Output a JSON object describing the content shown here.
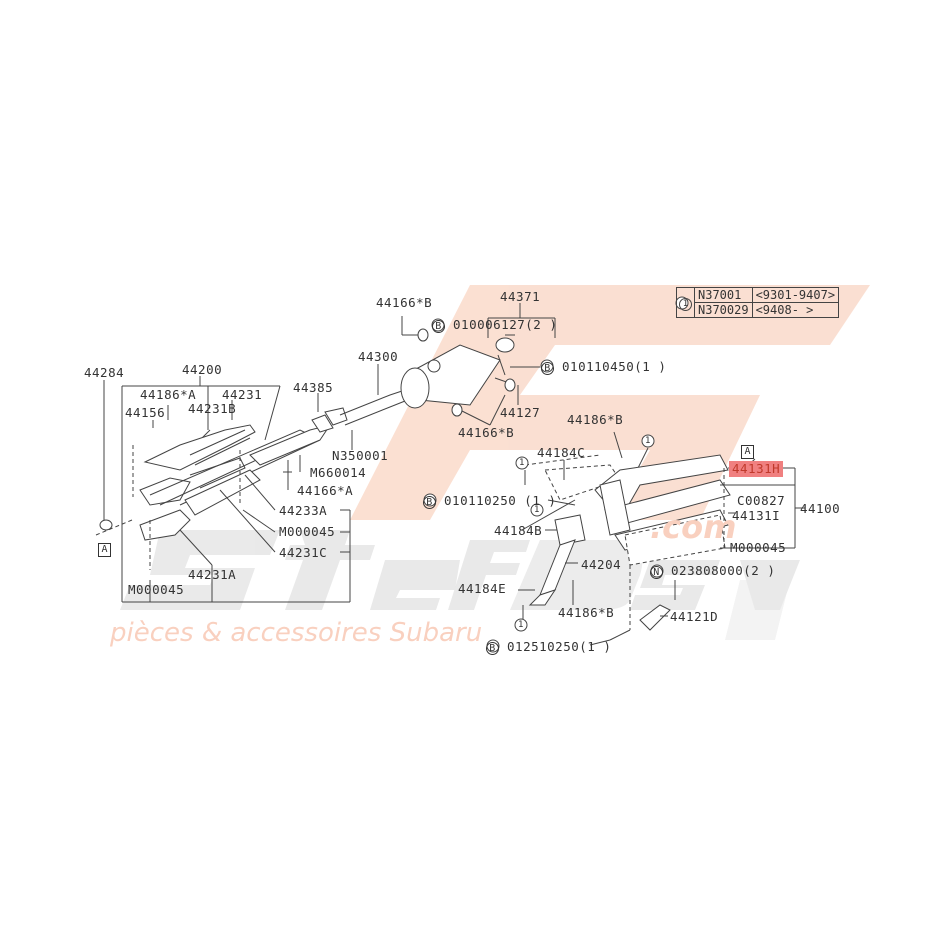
{
  "watermark": {
    "brand": "StefDesign",
    "suffix": ".com",
    "tagline": "pièces & accessoires Subaru",
    "colors": {
      "orange": "#f9c9b0",
      "gray": "#e4e4e4"
    }
  },
  "legend": {
    "symbol": "1",
    "rows": [
      {
        "part": "N37001",
        "range": "<9301-9407>"
      },
      {
        "part": "N370029",
        "range": "<9408-      >"
      }
    ]
  },
  "highlight": {
    "part": "44131H",
    "color": "#f08080"
  },
  "labels": {
    "p44284": "44284",
    "p44200": "44200",
    "p44186A": "44186*A",
    "p44231": "44231",
    "p44156": "44156",
    "p44231B": "44231B",
    "p44385": "44385",
    "p44300": "44300",
    "p44166B_top": "44166*B",
    "p44371": "44371",
    "bolt_010006127": "010006127(2 )",
    "bolt_010110450": "010110450(1 )",
    "p44127": "44127",
    "p44166B_bot": "44166*B",
    "n350001": "N350001",
    "m660014": "M660014",
    "p44166A": "44166*A",
    "p44233A": "44233A",
    "m000045_a": "M000045",
    "p44231C": "44231C",
    "p44231A": "44231A",
    "m000045_b": "M000045",
    "boxA_left": "A",
    "boxA_right": "A",
    "p44186B_top": "44186*B",
    "p44184C": "44184C",
    "bolt_010110250": "010110250 (1 )",
    "p44184B": "44184B",
    "p44131H": "44131H",
    "c00827": "C00827",
    "p44131I": "44131I",
    "p44100": "44100",
    "m000045_c": "M000045",
    "p44204": "44204",
    "n023808000": "023808000(2 )",
    "p44184E": "44184E",
    "p44186B_bot": "44186*B",
    "p44121D": "44121D",
    "bolt_012510250": "012510250(1 )",
    "circle1": "1",
    "circleB": "B",
    "circleN": "N"
  }
}
